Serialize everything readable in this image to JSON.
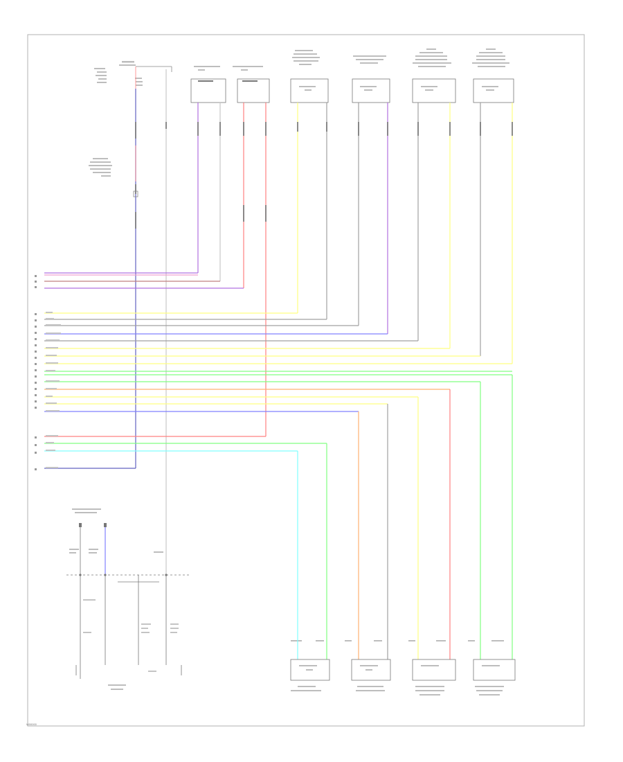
{
  "footer_code": "W00000",
  "colors": {
    "pink": "#f0a0d0",
    "violet": "#b070e0",
    "red": "#ff8080",
    "yellow": "#ffff80",
    "gray": "#a0a0a0",
    "blue": "#8080ff",
    "lime": "#80ff80",
    "orange": "#ffb070",
    "cyan": "#80ffff",
    "lightgray": "#c8c8c8",
    "black": "#606060"
  },
  "wires": [
    {
      "color_key": "pink"
    },
    {
      "color_key": "violet"
    },
    {
      "color_key": "red"
    },
    {
      "color_key": "yellow"
    },
    {
      "color_key": "gray"
    },
    {
      "color_key": "blue"
    },
    {
      "color_key": "lime"
    },
    {
      "color_key": "orange"
    },
    {
      "color_key": "cyan"
    }
  ]
}
